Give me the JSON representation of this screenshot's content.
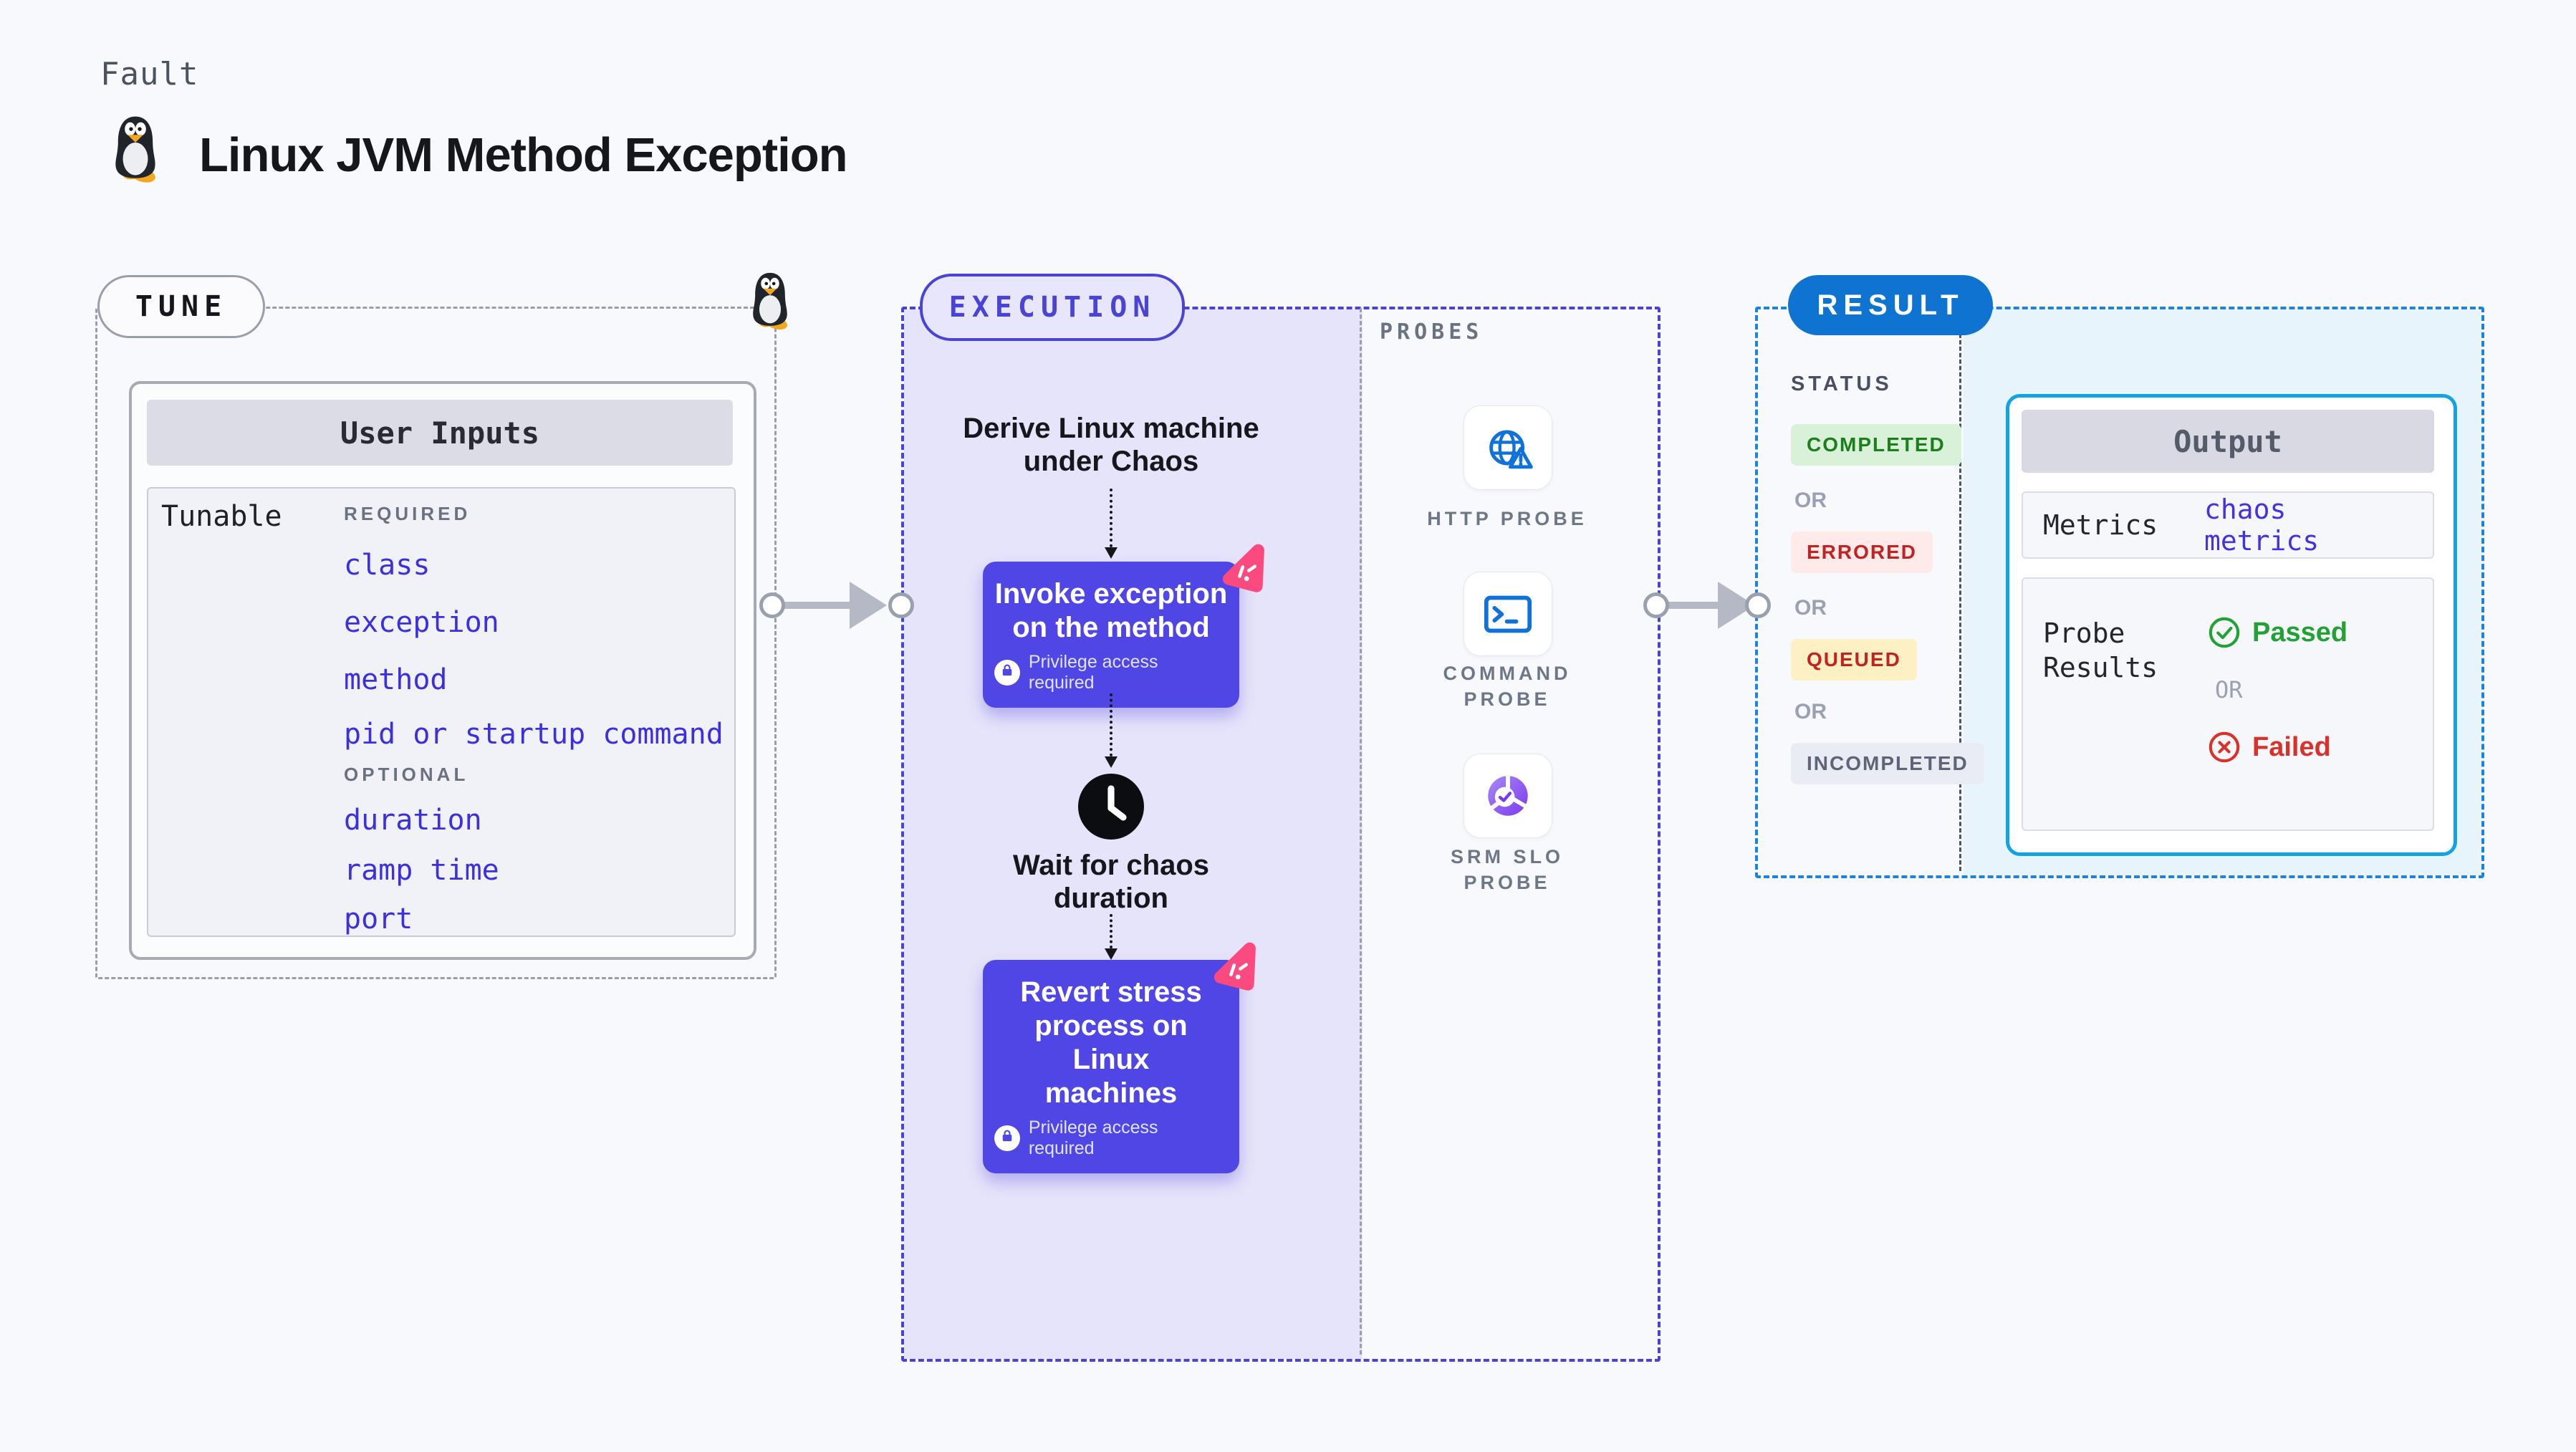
{
  "header": {
    "fault_label": "Fault",
    "title": "Linux JVM Method Exception"
  },
  "tune": {
    "badge": "TUNE",
    "table": {
      "header": "User Inputs",
      "row_label": "Tunable",
      "required_label": "REQUIRED",
      "required": [
        "class",
        "exception",
        "method",
        "pid or startup command"
      ],
      "optional_label": "OPTIONAL",
      "optional": [
        "duration",
        "ramp time",
        "port"
      ]
    }
  },
  "execution": {
    "badge": "EXECUTION",
    "derive_lines": [
      "Derive Linux machine",
      "under Chaos"
    ],
    "invoke": {
      "lines": [
        "Invoke exception",
        "on the method"
      ],
      "note": "Privilege access required"
    },
    "wait_lines": [
      "Wait for chaos",
      "duration"
    ],
    "revert": {
      "lines": [
        "Revert stress",
        "process on Linux",
        "machines"
      ],
      "note": "Privilege access required"
    }
  },
  "probes": {
    "label": "PROBES",
    "items": [
      {
        "name": "HTTP PROBE",
        "lines": [
          "HTTP PROBE"
        ]
      },
      {
        "name": "COMMAND PROBE",
        "lines": [
          "COMMAND",
          "PROBE"
        ]
      },
      {
        "name": "SRM SLO PROBE",
        "lines": [
          "SRM SLO",
          "PROBE"
        ]
      }
    ]
  },
  "result": {
    "badge": "RESULT",
    "status_label": "STATUS",
    "or_label": "OR",
    "statuses": [
      {
        "label": "COMPLETED",
        "color": "#1c7e1c",
        "bg": "#d9f0d9"
      },
      {
        "label": "ERRORED",
        "color": "#c32222",
        "bg": "#fdeae9"
      },
      {
        "label": "QUEUED",
        "color": "#c32222",
        "bg": "#fcf0c4"
      },
      {
        "label": "INCOMPLETED",
        "color": "#5d6577",
        "bg": "#eaecf3"
      }
    ],
    "output": {
      "header": "Output",
      "metrics_label": "Metrics",
      "metrics_value": "chaos metrics",
      "probe_results_label": "Probe Results",
      "passed_label": "Passed",
      "or_label": "OR",
      "failed_label": "Failed"
    }
  },
  "icons": [
    "linux-tux-icon",
    "chaos-experiment-icon",
    "lock-icon",
    "clock-icon",
    "http-probe-icon",
    "command-probe-icon",
    "srm-slo-probe-icon",
    "check-circle-icon",
    "x-circle-icon",
    "arrow-right-connector",
    "dotted-arrow-down"
  ],
  "colors": {
    "page_bg": "#f8f9fd",
    "accent_indigo": "#4f46e5",
    "accent_pink": "#fb4a80",
    "link_blue": "#3c2fe2",
    "result_blue": "#0f73d2",
    "result_border_blue": "#1e83d9",
    "output_border": "#12a3e3",
    "lavender": "#e6e4fa",
    "light_blue": "#e7f4fb",
    "success_green": "#22a236",
    "fail_red": "#d8322a"
  }
}
